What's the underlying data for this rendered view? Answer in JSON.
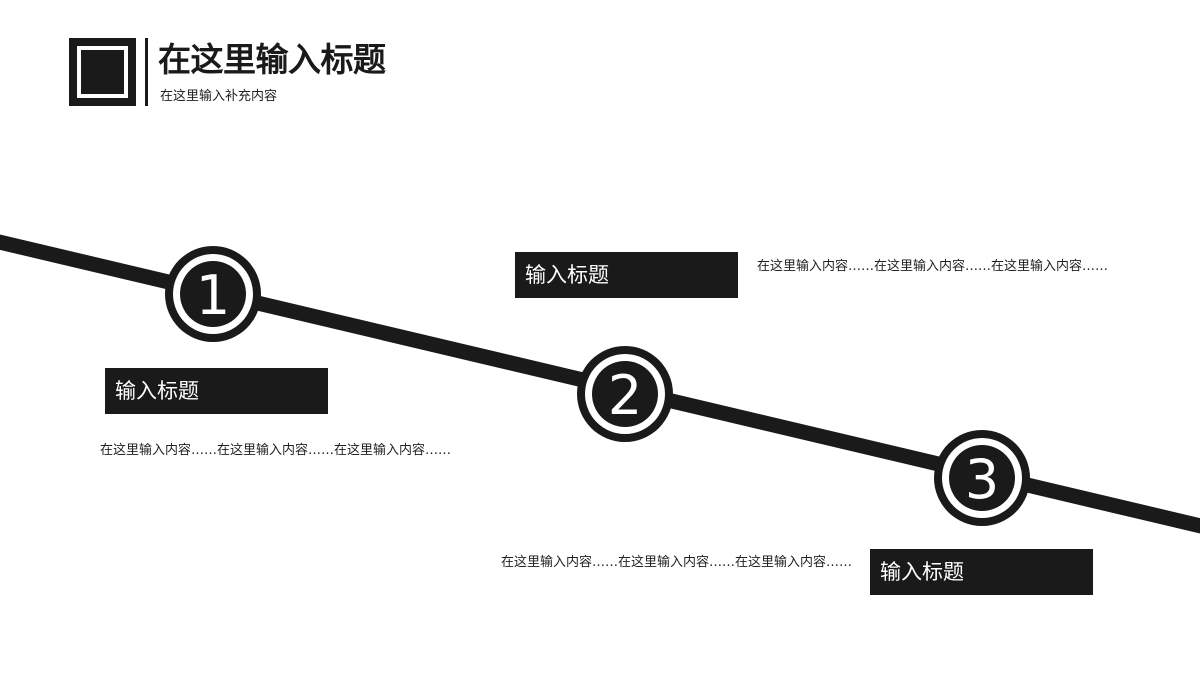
{
  "header": {
    "title": "在这里输入标题",
    "subtitle": "在这里输入补充内容"
  },
  "steps": [
    {
      "number": "1",
      "title": "输入标题",
      "text": "在这里输入内容……在这里输入内容……在这里输入内容……"
    },
    {
      "number": "2",
      "title": "输入标题",
      "text": "在这里输入内容……在这里输入内容……在这里输入内容……"
    },
    {
      "number": "3",
      "title": "输入标题",
      "text": "在这里输入内容……在这里输入内容……在这里输入内容……"
    }
  ],
  "colors": {
    "primary": "#1a1a1a",
    "background": "#ffffff"
  }
}
